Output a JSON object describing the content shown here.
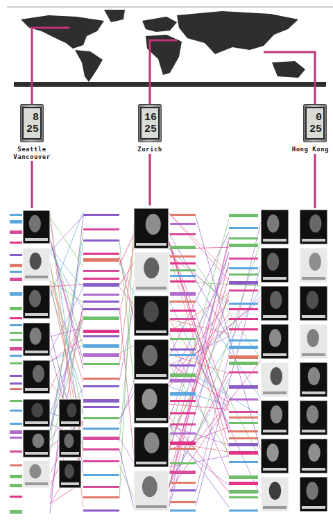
{
  "diagram": {
    "nodes": [
      {
        "text": [
          "8 25",
          "Seattle Vancouver"
        ]
      },
      {
        "text": [
          "16 25",
          "Zurich"
        ]
      },
      {
        "text": [
          "0 25",
          "Hong Kong"
        ]
      }
    ]
  }
}
